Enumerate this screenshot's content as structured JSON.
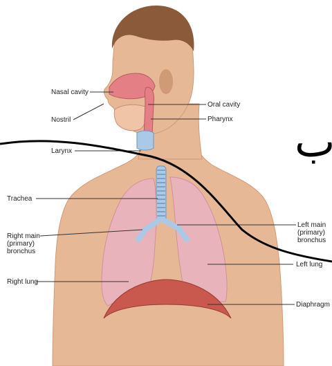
{
  "labels": {
    "nasal_cavity": "Nasal cavity",
    "nostril": "Nostril",
    "oral_cavity": "Oral cavity",
    "pharynx": "Pharynx",
    "larynx": "Larynx",
    "trachea": "Trachea",
    "right_main_bronchus": "Right main\n(primary)\nbronchus",
    "left_main_bronchus": "Left main\n(primary)\nbronchus",
    "left_lung": "Left lung",
    "right_lung": "Right lung",
    "diaphragm": "Diaphragm"
  },
  "overlay_glyph": "ب",
  "colors": {
    "skin": "#e7b896",
    "skin_shadow": "#cf9a76",
    "hair": "#8a5a3a",
    "lung": "#e9b3bc",
    "lung_shadow": "#d58e9b",
    "trachea": "#a9c9e6",
    "diaphragm": "#c9584f",
    "cavity": "#e47f86",
    "pleura": "#d9c07a",
    "line": "#333333",
    "stroke": "#000000"
  }
}
